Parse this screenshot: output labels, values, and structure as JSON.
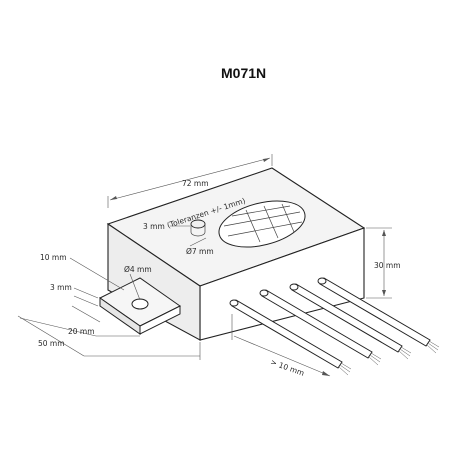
{
  "title": "M071N",
  "dimensions": {
    "width": "72 mm",
    "tolerance": "(Toleranzen +/- 1mm)",
    "button_height": "3 mm",
    "button_diameter": "Ø7 mm",
    "height": "30 mm",
    "tab_width": "10 mm",
    "hole_diameter": "Ø4 mm",
    "tab_height": "3 mm",
    "tab_length": "20 mm",
    "depth": "50 mm",
    "wire_length": "> 10 mm"
  }
}
